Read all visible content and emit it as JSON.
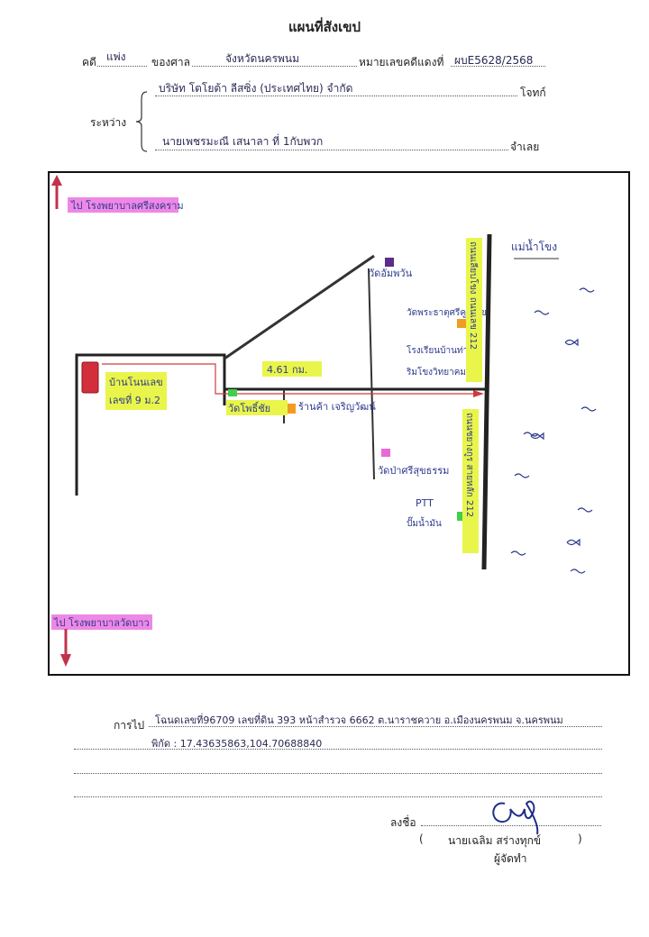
{
  "header": {
    "title": "แผนที่สังเขป",
    "case_label": "คดี",
    "case_type": "แพ่ง",
    "court_label": "ของศาล",
    "court_name": "จังหวัดนครพนม",
    "case_no_label": "หมายเลขคดีแดงที่",
    "case_no": "ผบE5628/2568",
    "between_label": "ระหว่าง",
    "plaintiff_name": "บริษัท โตโยต้า ลีสซิ่ง (ประเทศไทย) จำกัด",
    "plaintiff_role": "โจทก์",
    "defendant_name": "นายเพชรมะณี เสนาลา ที่ 1กับพวก",
    "defendant_role": "จำเลย"
  },
  "map": {
    "to_north_label": "ไป โรงพยาบาลศรีสงคราม",
    "to_south_label": "ไป โรงพยาบาลวัดบาว",
    "river_label": "แม่น้ำโขง",
    "house_label_1": "บ้านโนนเลข",
    "house_label_2": "เลขที่ 9 ม.2",
    "distance_label": "4.61 กม.",
    "temple_1": "วัดโพธิ์ชัย",
    "shop_1": "ร้านค้า เจริญวัฒน์",
    "temple_top": "วัดอัมพวัน",
    "temple_mid": "วัดพระธาตุศรีคูณมุข",
    "school_1": "โรงเรียนบ้านท่า",
    "school_2": "ริมโขงวิทยาคม",
    "temple_bottom": "วัดป่าศรีสุขธรรม",
    "ptt_1": "PTT",
    "ptt_2": "ปั๊มน้ำมัน",
    "road_upper": "ถนนเลียบโขง ถนนเลข 212",
    "road_lower": "ถนนชยางกูร สายหลัก 212",
    "colors": {
      "house": "#d32f3b",
      "route": "#d33a3a",
      "highlight_yellow": "#e9f54a",
      "highlight_pink": "#ee88e6",
      "ink_blue": "#2e3a8c",
      "temple_purple": "#5b2c8a",
      "orange_marker": "#f29b22",
      "green_marker": "#3fcf4a",
      "pink_marker": "#e86ad4"
    }
  },
  "footer": {
    "directions_label": "การไป",
    "directions_text": "โฉนดเลขที่96709 เลขที่ดิน 393 หน้าสำรวจ 6662 ต.นาราชควาย  อ.เมืองนครพนม จ.นครพนม",
    "coords_text": "พิกัด : 17.43635863,104.70688840",
    "sign_label": "ลงชื่อ",
    "signer_name": "นายเฉลิม สร่างทุกข์",
    "signer_role": "ผู้จัดทำ",
    "paren_open": "(",
    "paren_close": ")"
  }
}
